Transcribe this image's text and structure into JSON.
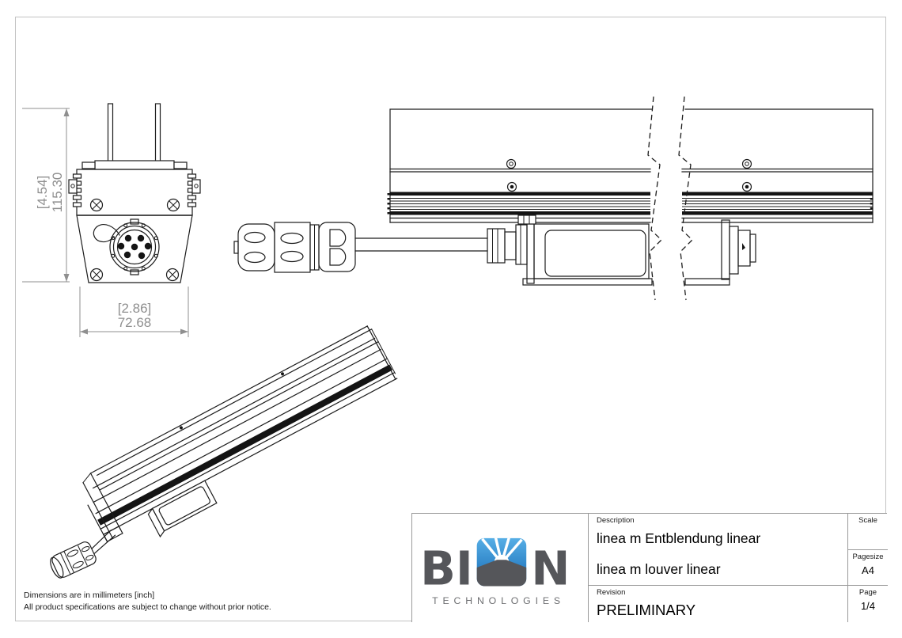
{
  "page": {
    "disclaimer": [
      "Dimensions are in millimeters [inch]",
      "All product specifications are subject to change without prior notice."
    ]
  },
  "dimensions": {
    "front_height_inch": "[4.54]",
    "front_height_mm": "115.30",
    "front_width_inch": "[2.86]",
    "front_width_mm": "72.68"
  },
  "title_block": {
    "description_label": "Description",
    "description_line1": "linea m Entblendung linear",
    "description_line2": "linea m louver linear",
    "revision_label": "Revision",
    "revision_value": "PRELIMINARY",
    "scale_label": "Scale",
    "scale_value": "",
    "pagesize_label": "Pagesize",
    "pagesize_value": "A4",
    "page_label": "Page",
    "page_value": "1/4"
  },
  "logo": {
    "letters_left": "BI",
    "letters_right": "N",
    "wordmark": "TECHNOLOGIES",
    "gray": "#55565a",
    "blue_top": "#56aee6",
    "blue_bottom": "#1468b3"
  },
  "colors": {
    "drawing_line": "#1c1c1c",
    "dimension_gray": "#8f8f8f",
    "frame_gray": "#c3c3c3",
    "table_gray": "#9a9a9a"
  }
}
